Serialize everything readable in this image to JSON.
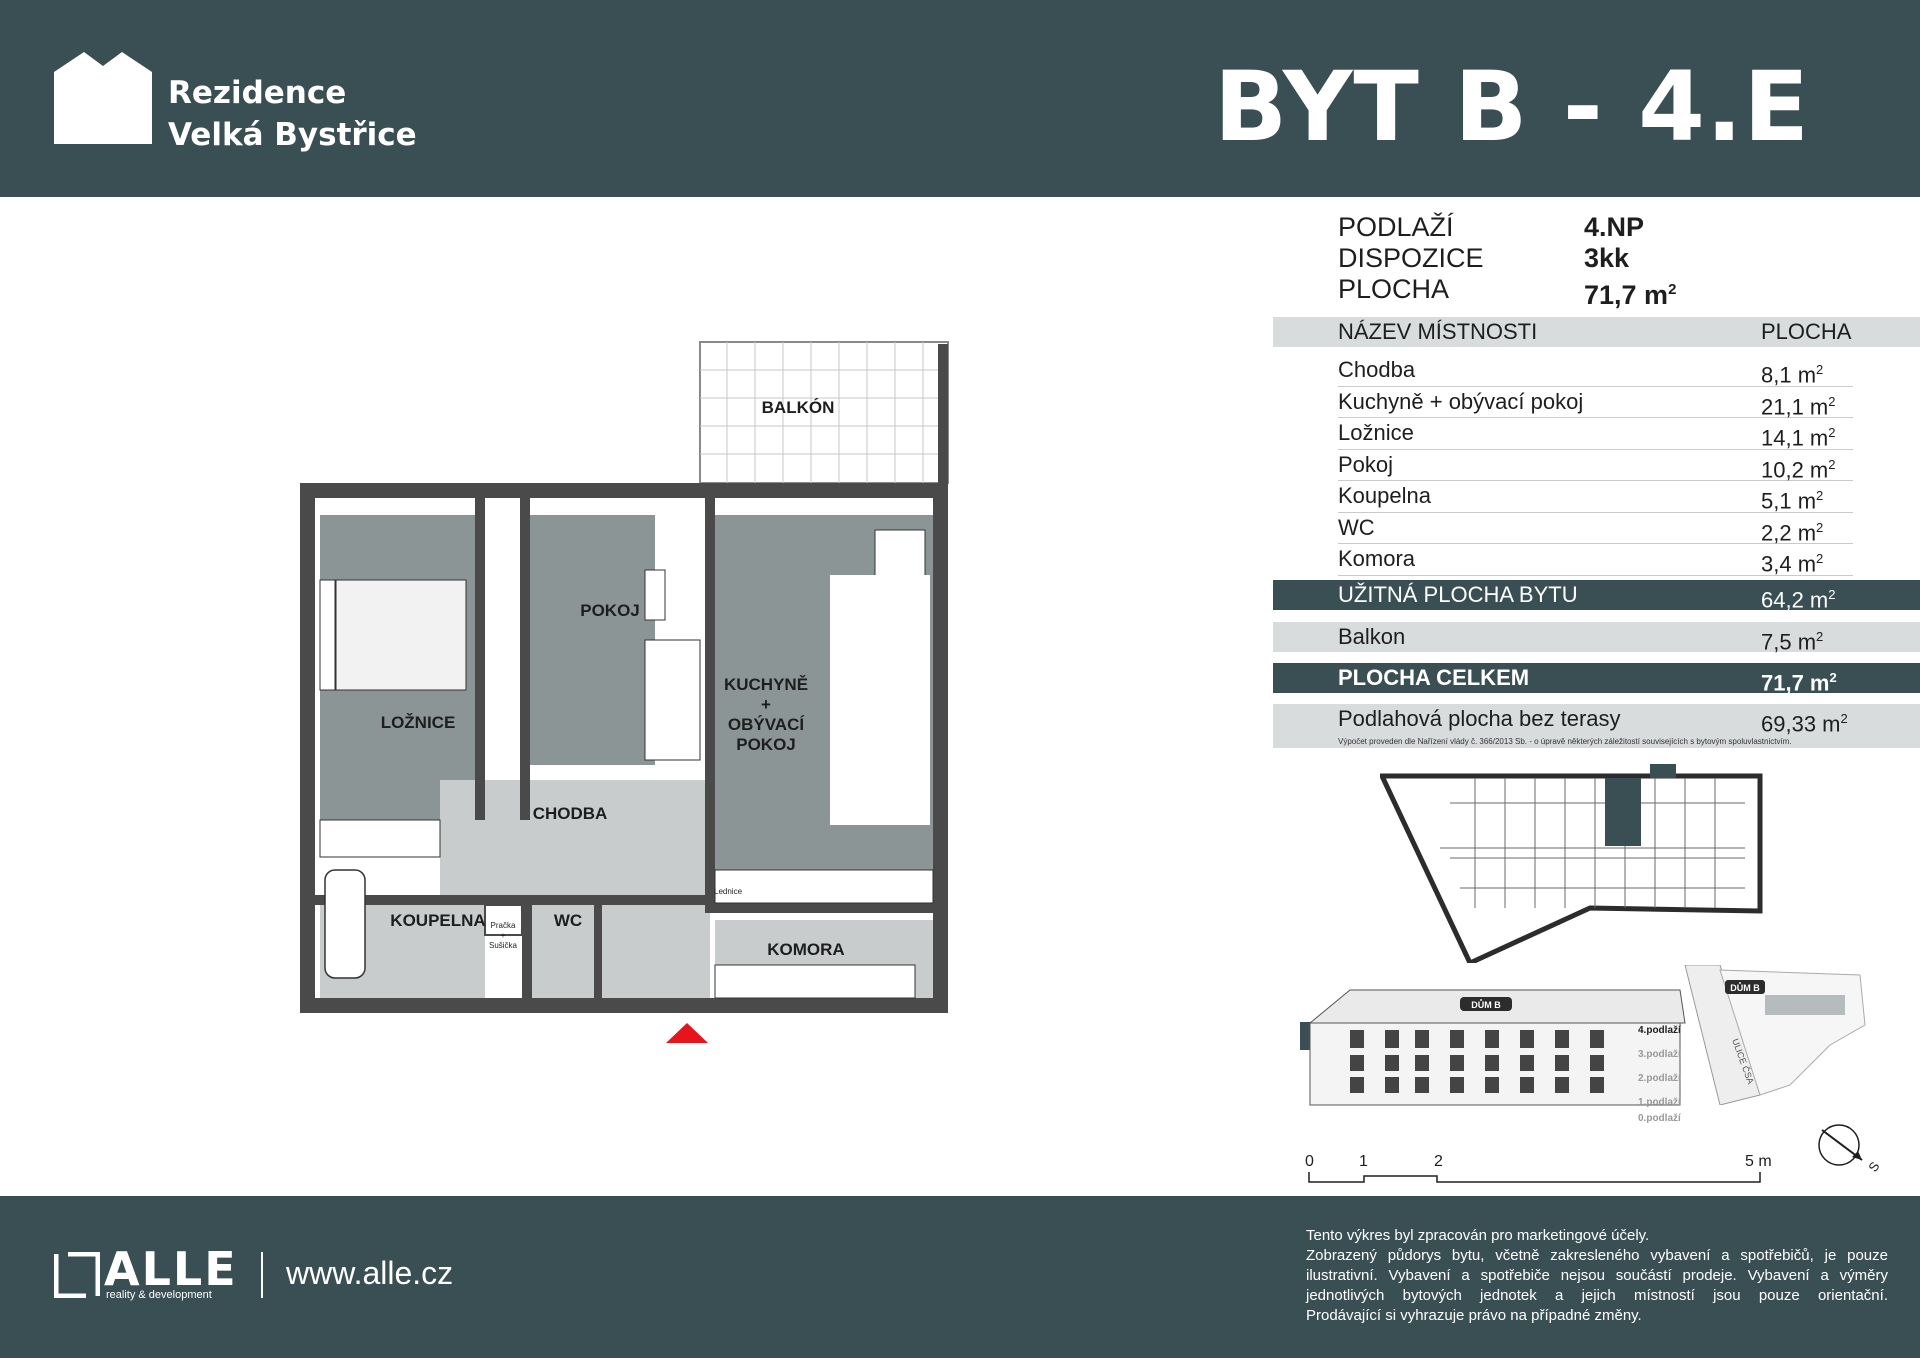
{
  "header": {
    "brand_line1": "Rezidence",
    "brand_line2": "Velká Bystřice",
    "unit_title": "BYT B - 4.E",
    "bg_color": "#3a4f53"
  },
  "summary": {
    "floor_label": "PODLAŽÍ",
    "floor_value": "4.NP",
    "layout_label": "DISPOZICE",
    "layout_value": "3kk",
    "area_label": "PLOCHA",
    "area_value": "71,7 m",
    "area_sup": "2"
  },
  "rooms_table": {
    "col_name": "NÁZEV MÍSTNOSTI",
    "col_area": "PLOCHA",
    "rows": [
      {
        "name": "Chodba",
        "area": "8,1 m"
      },
      {
        "name": "Kuchyně + obývací pokoj",
        "area": "21,1 m"
      },
      {
        "name": "Ložnice",
        "area": "14,1 m"
      },
      {
        "name": "Pokoj",
        "area": "10,2 m"
      },
      {
        "name": "Koupelna",
        "area": "5,1 m"
      },
      {
        "name": "WC",
        "area": "2,2 m"
      },
      {
        "name": "Komora",
        "area": "3,4 m"
      }
    ],
    "sup": "2",
    "usable_label": "UŽITNÁ PLOCHA BYTU",
    "usable_value": "64,2 m",
    "balcony_label": "Balkon",
    "balcony_value": "7,5 m",
    "total_label": "PLOCHA CELKEM",
    "total_value": "71,7 m",
    "floor_area_label": "Podlahová plocha bez terasy",
    "floor_area_value": "69,33 m",
    "calc_note": "Výpočet proveden dle Nařízení vlády č. 366/2013 Sb. - o úpravě některých záležitostí souvisejících s bytovým spoluvlastnictvím."
  },
  "plan_labels": {
    "balcony": "BALKÓN",
    "bedroom": "LOŽNICE",
    "room": "POKOJ",
    "kitchen_1": "KUCHYNĚ",
    "kitchen_2": "+",
    "kitchen_3": "OBÝVACÍ",
    "kitchen_4": "POKOJ",
    "hall": "CHODBA",
    "bathroom": "KOUPELNA",
    "wc": "WC",
    "storage": "KOMORA",
    "fridge": "Lednice",
    "washer_1": "Pračka",
    "washer_2": "+",
    "washer_3": "Sušička"
  },
  "building_section": {
    "house_tag": "DŮM B",
    "floors": [
      "4.podlaží",
      "3.podlaží",
      "2.podlaží",
      "1.podlaží",
      "0.podlaží"
    ],
    "street": "ULICE ČSA",
    "site_tag": "DŮM B"
  },
  "scale": {
    "t0": "0",
    "t1": "1",
    "t2": "2",
    "t5": "5 m"
  },
  "compass": {
    "letter": "S"
  },
  "footer": {
    "logo": "ALLE",
    "logo_sub": "reality & development",
    "url": "www.alle.cz",
    "disclaimer_lines": [
      "Tento výkres byl zpracován pro marketingové účely.",
      "Zobrazený půdorys bytu, včetně zakresleného vybavení a spotřebičů, je pouze",
      "ilustrativní. Vybavení a spotřebiče nejsou součástí prodeje. Vybavení a výměry",
      "jednotlivých bytových jednotek a jejich místností jsou pouze orientační.",
      "Prodávající si vyhrazuje právo na případné změny."
    ]
  }
}
